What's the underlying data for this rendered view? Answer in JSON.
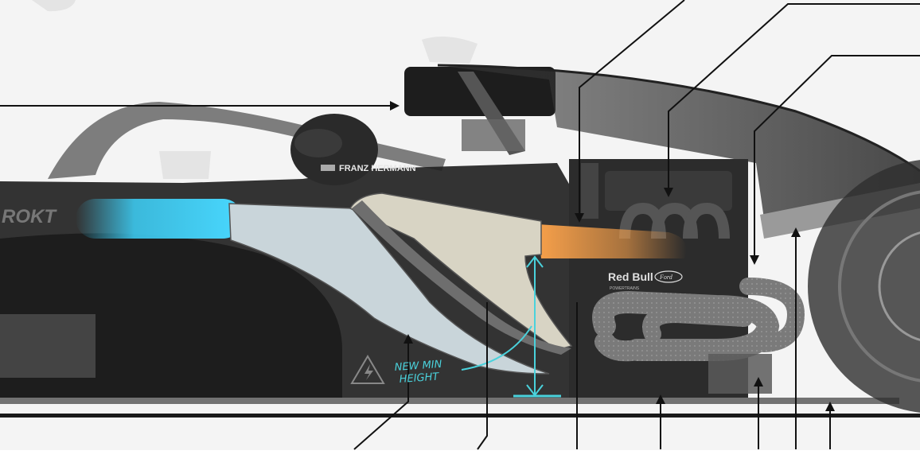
{
  "car": {
    "driver_name": "FRANZ HERMANN",
    "sponsor_text": "ROKT",
    "engine_brand": "Red Bull",
    "engine_partner": "Ford",
    "engine_sub": "POWERTRAINS"
  },
  "annotation": {
    "line1": "NEW MIN",
    "line2": "HEIGHT"
  },
  "colors": {
    "background": "#f4f4f4",
    "body_dark": "#222222",
    "airflow_in": "#3cc8ee",
    "airflow_out": "#f7a04a",
    "annotation": "#4ad2dc",
    "sidepod_front": "#c9d5da",
    "sidepod_top": "#d8d4c4"
  }
}
